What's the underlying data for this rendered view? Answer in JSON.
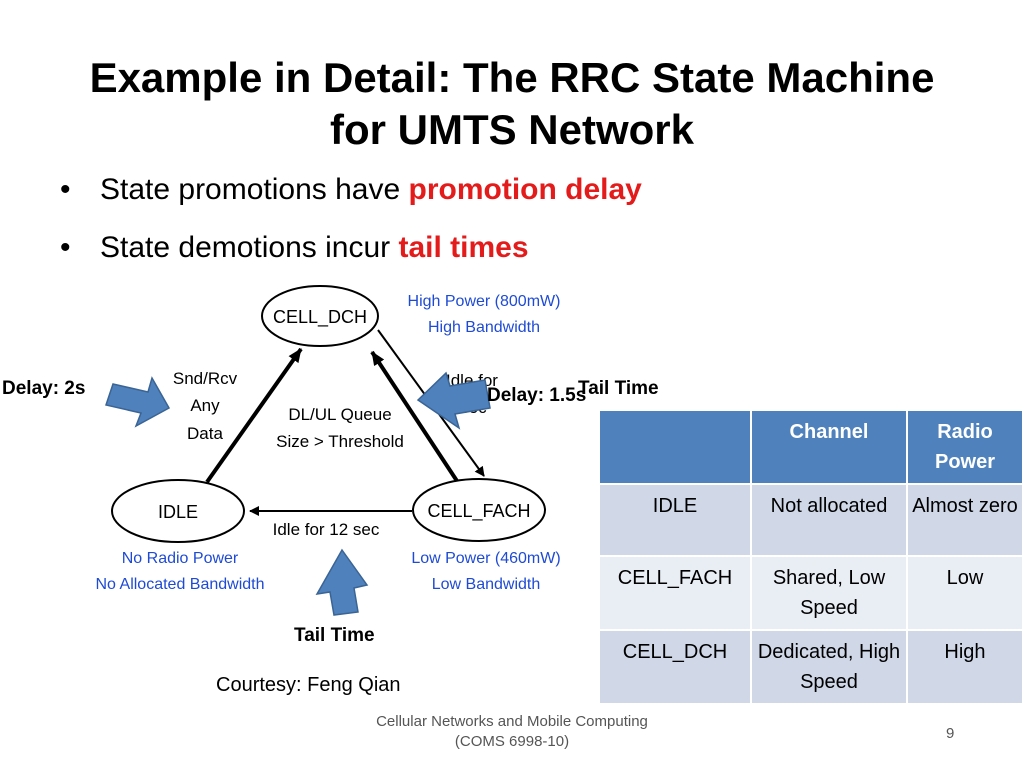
{
  "slide": {
    "title_line1": "Example in Detail: The RRC State Machine",
    "title_line2": "for UMTS Network",
    "bullet1_text": "State promotions have ",
    "bullet1_highlight": "promotion delay",
    "bullet2_text": "State demotions incur ",
    "bullet2_highlight": "tail times",
    "bullet_glyph": "•",
    "highlight_color": "#e31b1b"
  },
  "diagram": {
    "states": {
      "dch": "CELL_DCH",
      "idle": "IDLE",
      "fach": "CELL_FACH"
    },
    "dch_info": [
      "High Power (800mW)",
      "High Bandwidth"
    ],
    "idle_info": [
      "No Radio Power",
      "No Allocated Bandwidth"
    ],
    "fach_info": [
      "Low Power (460mW)",
      "Low Bandwidth"
    ],
    "info_color": "#1f4bd4",
    "edge_idle_to_dch": [
      "Snd/Rcv",
      "Any",
      "Data"
    ],
    "edge_fach_to_dch": [
      "DL/UL Queue",
      "Size > Threshold"
    ],
    "edge_dch_to_fach_line1": "Idle for",
    "edge_dch_to_fach_line2": "5 sec",
    "edge_fach_to_idle": "Idle for 12 sec",
    "arrow_fill": "#4f81bd",
    "label_delay_2s": "Delay: 2s",
    "label_delay_1_5s": "Delay: 1.5s",
    "label_tail_time_right": "Tail Time",
    "label_tail_time_bottom": "Tail Time",
    "courtesy": "Courtesy: Feng Qian"
  },
  "table": {
    "headers": [
      "",
      "Channel",
      "Radio Power"
    ],
    "rows": [
      [
        "IDLE",
        "Not allocated",
        "Almost zero"
      ],
      [
        "CELL_FACH",
        "Shared, Low Speed",
        "Low"
      ],
      [
        "CELL_DCH",
        "Dedicated, High Speed",
        "High"
      ]
    ],
    "header_color": "#4f81bd",
    "row_color_a": "#d0d8e8",
    "row_color_b": "#e9edf4"
  },
  "footer": {
    "line1": "Cellular Networks and Mobile Computing",
    "line2": "(COMS 6998-10)",
    "page_number": "9"
  }
}
